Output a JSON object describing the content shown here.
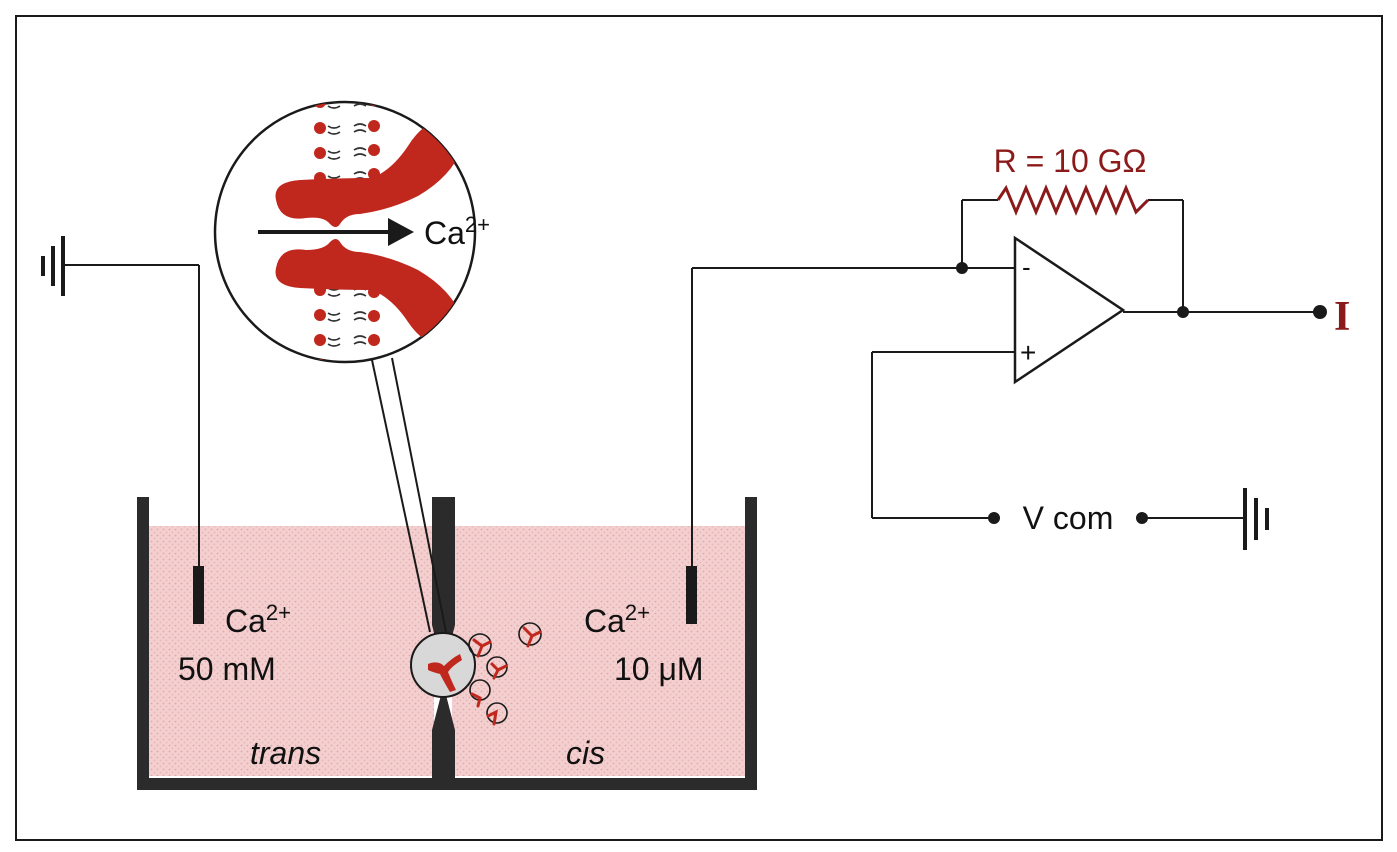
{
  "resistor": {
    "label": "R = 10 GΩ"
  },
  "ion_label": {
    "base": "Ca",
    "charge": "2+"
  },
  "trans_chamber": {
    "ion_base": "Ca",
    "ion_charge": "2+",
    "concentration": "50 mM",
    "side_label": "trans"
  },
  "cis_chamber": {
    "ion_base": "Ca",
    "ion_charge": "2+",
    "concentration": "10 μM",
    "side_label": "cis"
  },
  "opamp": {
    "minus_label": "-",
    "plus_label": "+"
  },
  "output": {
    "label": "I"
  },
  "command": {
    "label": "V com"
  },
  "colors": {
    "solution": "#f2c9c9",
    "channel": "#c0281e",
    "wire": "#1a1a1a",
    "accent_text": "#8b1a1a"
  }
}
